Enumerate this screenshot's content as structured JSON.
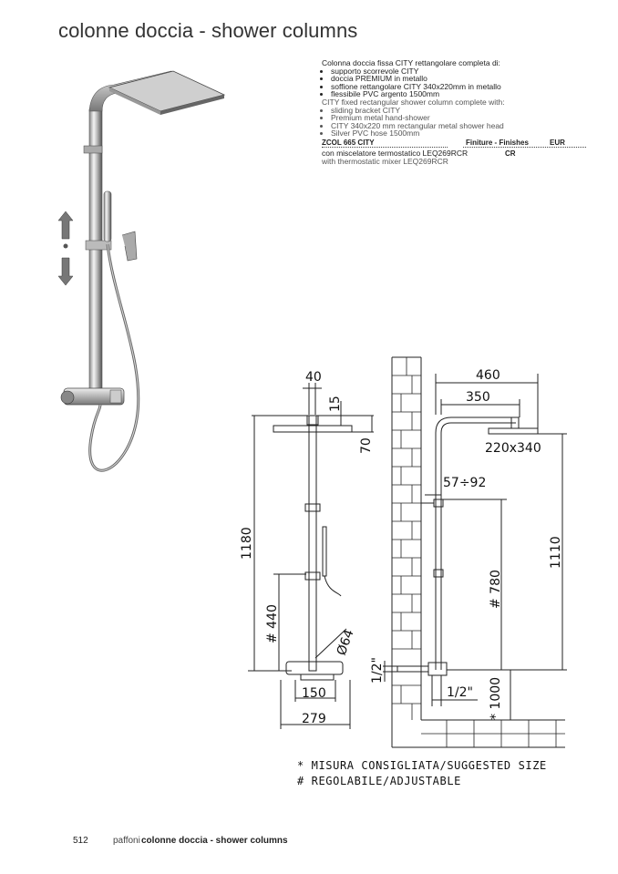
{
  "page_title": "colonne doccia - shower columns",
  "product": {
    "it_title": "Colonna doccia fissa CITY rettangolare completa di:",
    "it_items": [
      "supporto scorrevole CITY",
      "doccia PREMIUM in metallo",
      "soffione rettangolare CITY 340x220mm in metallo",
      "flessibile PVC argento 1500mm"
    ],
    "en_title": "CITY fixed rectangular shower column complete with:",
    "en_items": [
      "sliding bracket CITY",
      "Premium metal hand-shower",
      "CITY 340x220 mm rectangular metal shower head",
      "Silver PVC hose 1500mm"
    ]
  },
  "table": {
    "code": "ZCOL 665   CITY",
    "finishes_header": "Finiture - Finishes",
    "price_header": "EUR",
    "row_it": "con miscelatore termostatico LEQ269RCR",
    "row_en": "with thermostatic mixer LEQ269RCR",
    "finish": "CR"
  },
  "dimensions_front": {
    "top_width": "40",
    "head_thickness": "15",
    "head_offset": "70",
    "total_height": "1180",
    "adjustable_height": "# 440",
    "pipe_diameter": "Ø64",
    "centers": "150",
    "mixer_width": "279"
  },
  "dimensions_side": {
    "projection": "460",
    "arm_length": "350",
    "head_size": "220x340",
    "wall_offset": "57÷92",
    "column_height": "1110",
    "adjustable": "# 780",
    "inlet_left": "1/2\"",
    "inlet_bottom": "1/2\"",
    "floor_height": "* 1000"
  },
  "notes": {
    "suggested": "* MISURA CONSIGLIATA/SUGGESTED SIZE",
    "adjustable": "# REGOLABILE/ADJUSTABLE"
  },
  "footer": {
    "page_number": "512",
    "brand": "paffoni",
    "section": "colonne doccia - shower columns"
  }
}
